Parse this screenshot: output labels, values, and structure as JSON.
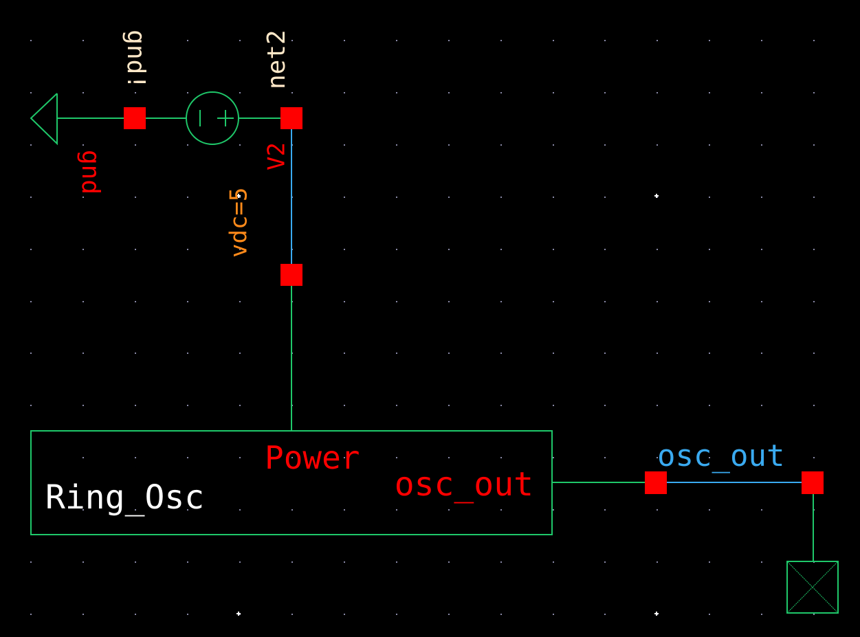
{
  "colors": {
    "background": "#000000",
    "grid_dot": "#8a8aa8",
    "crosshair": "#ffffff",
    "wire": "#1fc86a",
    "selected_wire": "#3aaaf0",
    "pin": "#ff0000",
    "instance_label": "#ffffff",
    "pin_label": "#ff0000",
    "net_label": "#ffe8c8",
    "param_label": "#ff8a1a",
    "wire_label": "#3aaaf0"
  },
  "schematic": {
    "instance": {
      "name": "Ring_Osc",
      "pins": [
        "Power",
        "osc_out"
      ]
    },
    "ground": {
      "symbol": "gnd-triangle-icon",
      "label": "gnd",
      "net": "gnd!"
    },
    "source": {
      "name": "V2",
      "symbol": "vdc-source-icon",
      "param": "vdc=5",
      "net_pos": "net2"
    },
    "output_wire_label": "osc_out",
    "output_terminal": {
      "symbol": "noconn-terminal-icon"
    }
  }
}
